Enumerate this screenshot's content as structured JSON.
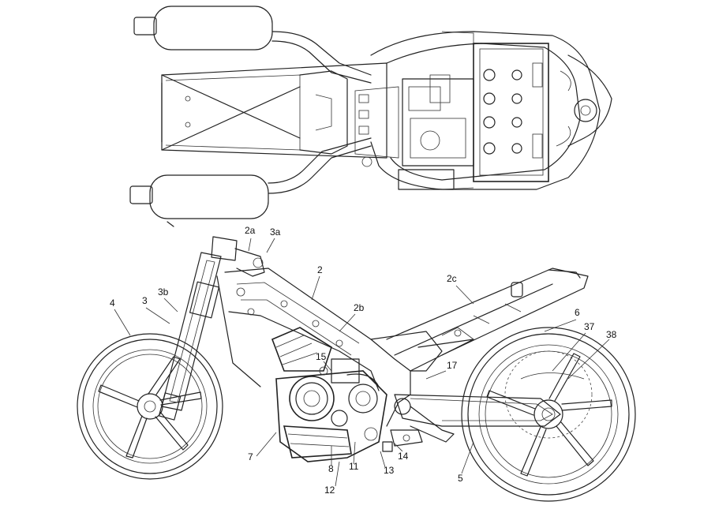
{
  "labels": {
    "l2a": "2a",
    "l3a": "3a",
    "l2": "2",
    "l2c": "2c",
    "l3b": "3b",
    "l3": "3",
    "l4": "4",
    "l2b": "2b",
    "l6": "6",
    "l37": "37",
    "l38": "38",
    "l15": "15",
    "l17": "17",
    "l7": "7",
    "l8": "8",
    "l11": "11",
    "l13": "13",
    "l14": "14",
    "l12": "12",
    "l5": "5"
  }
}
